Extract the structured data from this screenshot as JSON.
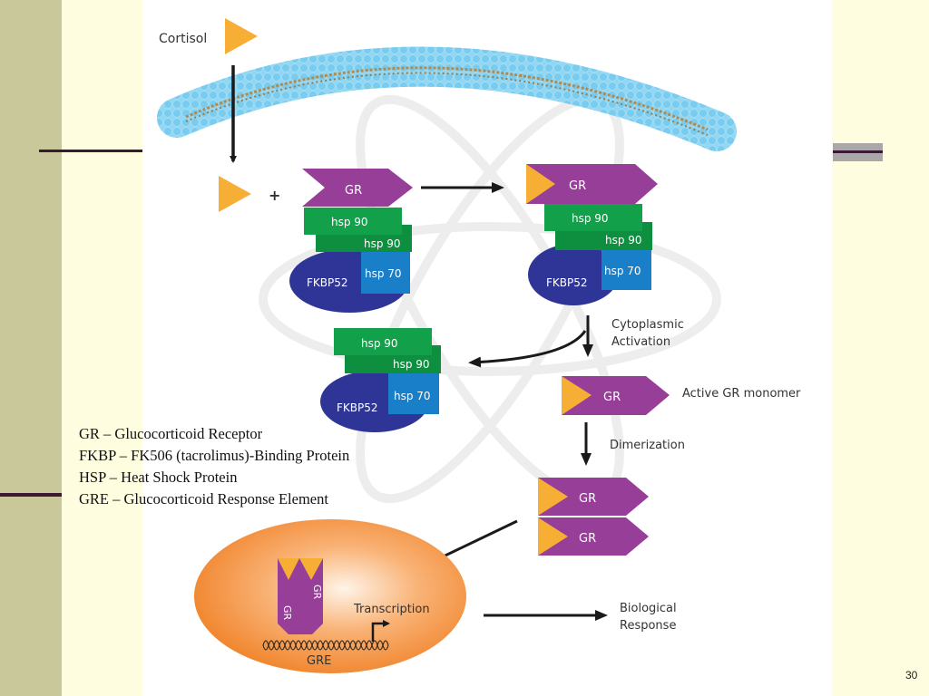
{
  "slide": {
    "page_number": "30",
    "colors": {
      "background": "#fffde0",
      "left_band": "#c9c89a",
      "rule": "#3a1a33",
      "cortisol": "#f6ae35",
      "gr": "#963e98",
      "hsp90": "#13a04a",
      "hsp90_dark": "#0e8f3f",
      "hsp70": "#1a7fc9",
      "fkbp52": "#2e3596",
      "membrane": "#8fd5f2",
      "nucleus": "#f28a2f"
    }
  },
  "diagram": {
    "cortisol_label": "Cortisol",
    "plus_sign": "+",
    "complex_inactive": {
      "gr": "GR",
      "hsp90_top": "hsp 90",
      "hsp90_bottom": "hsp 90",
      "hsp70": "hsp 70",
      "fkbp52": "FKBP52"
    },
    "complex_bound": {
      "gr": "GR",
      "hsp90_top": "hsp 90",
      "hsp90_bottom": "hsp 90",
      "hsp70": "hsp 70",
      "fkbp52": "FKBP52"
    },
    "complex_released": {
      "hsp90_top": "hsp 90",
      "hsp90_bottom": "hsp 90",
      "hsp70": "hsp 70",
      "fkbp52": "FKBP52"
    },
    "cytoplasmic_activation": [
      "Cytoplasmic",
      "Activation"
    ],
    "active_monomer": {
      "gr": "GR",
      "label": "Active GR monomer"
    },
    "dimerization_label": "Dimerization",
    "dimer": [
      "GR",
      "GR"
    ],
    "nucleus": {
      "gr_left": "GR",
      "gr_right": "GR",
      "transcription_label": "Transcription",
      "gre_label": "GRE"
    },
    "biological_response": [
      "Biological",
      "Response"
    ]
  },
  "legend": [
    "GR – Glucocorticoid Receptor",
    "FKBP – FK506 (tacrolimus)-Binding Protein",
    "HSP – Heat Shock Protein",
    "GRE – Glucocorticoid Response Element"
  ]
}
